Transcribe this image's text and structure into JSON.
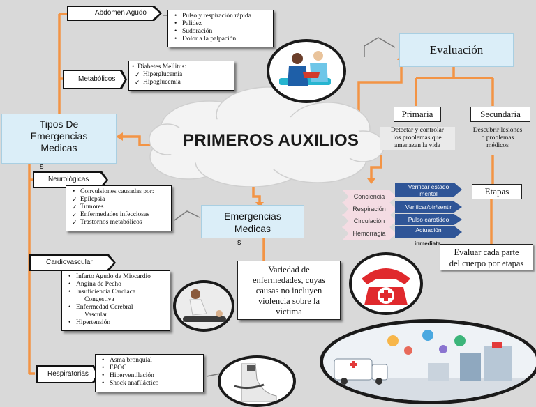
{
  "center": {
    "title": "PRIMEROS AUXILIOS"
  },
  "colors": {
    "connector": "#f39445",
    "node_fill": "#dbeef8",
    "step_left_fill": "#f4dce3",
    "step_right_fill": "#2f5597"
  },
  "tipos": {
    "title_l1": "Tipos De",
    "title_l2": "Emergencias",
    "title_l3": "Medicas",
    "title_l4": "s"
  },
  "abdomen": {
    "label": "Abdomen Agudo",
    "items": [
      "Pulso y respiración rápida",
      "Palidez",
      "Sudoración",
      "Dolor a la palpación"
    ]
  },
  "metabolicos": {
    "label": "Metabólicos",
    "header": "Diabetes Mellitus:",
    "items": [
      "Hiperglucemia",
      "Hipoglucemia"
    ]
  },
  "neurologicas": {
    "label": "Neurológicas",
    "items": [
      "Convulsiones causadas por:",
      "Epilepsia",
      "Tumores",
      "Enfermedades infecciosas",
      "Trastornos metabólicos"
    ]
  },
  "cardiovascular": {
    "label": "Cardiovascular",
    "items": [
      "Infarto Agudo de Miocardio",
      "Angina de Pecho",
      "Insuficiencia Cardiaca",
      "Congestiva",
      "Enfermedad Cerebral",
      "Vascular",
      "Hipertensión"
    ]
  },
  "respiratorias": {
    "label": "Respiratorias",
    "items": [
      "Asma bronquial",
      "EPOC",
      "Hiperventilación",
      "Shock anafiláctico"
    ]
  },
  "emergencias": {
    "title_l1": "Emergencias",
    "title_l2": "Medicas",
    "title_l3": "s",
    "desc_l1": "Variedad de",
    "desc_l2": "enfermedades, cuyas",
    "desc_l3": "causas no incluyen",
    "desc_l4": "violencia sobre la",
    "desc_l5": "victima"
  },
  "evaluacion": {
    "title": "Evaluación",
    "primaria": "Primaria",
    "secundaria": "Secundaria",
    "primaria_desc_l1": "Detectar y controlar",
    "primaria_desc_l2": "los problemas que",
    "primaria_desc_l3": "amenazan la vida",
    "secundaria_desc_l1": "Descubrir lesiones",
    "secundaria_desc_l2": "o problemas",
    "secundaria_desc_l3": "médicos",
    "etapas": "Etapas",
    "etapas_desc_l1": "Evaluar cada parte",
    "etapas_desc_l2": "del cuerpo por etapas"
  },
  "steps": [
    {
      "left": "Conciencia",
      "right_l1": "Verificar estado",
      "right_l2": "mental"
    },
    {
      "left": "Respiración",
      "right_l1": "Verificar/oír/sentir",
      "right_l2": ""
    },
    {
      "left": "Circulación",
      "right_l1": "Pulso carotideo",
      "right_l2": ""
    },
    {
      "left": "Hemorragia",
      "right_l1": "Actuación",
      "right_l2": ""
    }
  ],
  "steps_extra": "inmediata"
}
